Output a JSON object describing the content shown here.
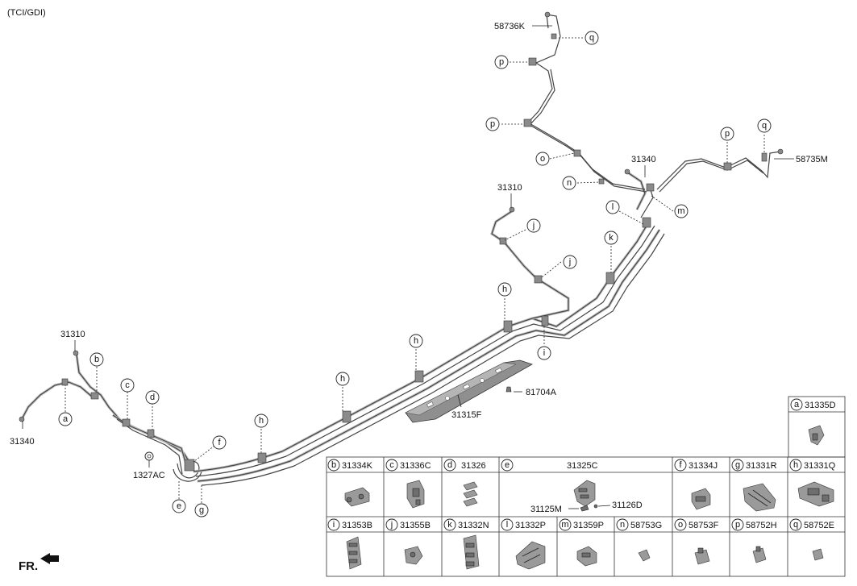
{
  "title": "(TCI/GDI)",
  "front_label": "FR.",
  "parts": {
    "p58736K": "58736K",
    "p58735M": "58735M",
    "p31340_top": "31340",
    "p31310_mid": "31310",
    "p31310_left": "31310",
    "p31340_left": "31340",
    "p1327AC": "1327AC",
    "p81704A": "81704A",
    "p31315F": "31315F",
    "p31125M": "31125M",
    "p31126D": "31126D"
  },
  "callout_letters": {
    "q": "q",
    "p": "p",
    "o": "o",
    "n": "n",
    "m": "m",
    "l": "l",
    "k": "k",
    "j": "j",
    "i": "i",
    "h": "h",
    "g": "g",
    "f": "f",
    "e": "e",
    "d": "d",
    "c": "c",
    "b": "b",
    "a": "a"
  },
  "legend": {
    "top": {
      "letter": "a",
      "part": "31335D"
    },
    "row1": [
      {
        "letter": "b",
        "part": "31334K"
      },
      {
        "letter": "c",
        "part": "31336C"
      },
      {
        "letter": "d",
        "part": "31326"
      },
      {
        "letter": "e",
        "part": "31325C"
      },
      {
        "letter": "f",
        "part": "31334J"
      },
      {
        "letter": "g",
        "part": "31331R"
      },
      {
        "letter": "h",
        "part": "31331Q"
      }
    ],
    "row2": [
      {
        "letter": "i",
        "part": "31353B"
      },
      {
        "letter": "j",
        "part": "31355B"
      },
      {
        "letter": "k",
        "part": "31332N"
      },
      {
        "letter": "l",
        "part": "31332P"
      },
      {
        "letter": "m",
        "part": "31359P"
      },
      {
        "letter": "n",
        "part": "58753G"
      },
      {
        "letter": "o",
        "part": "58753F"
      },
      {
        "letter": "p",
        "part": "58752H"
      },
      {
        "letter": "q",
        "part": "58752E"
      }
    ]
  }
}
